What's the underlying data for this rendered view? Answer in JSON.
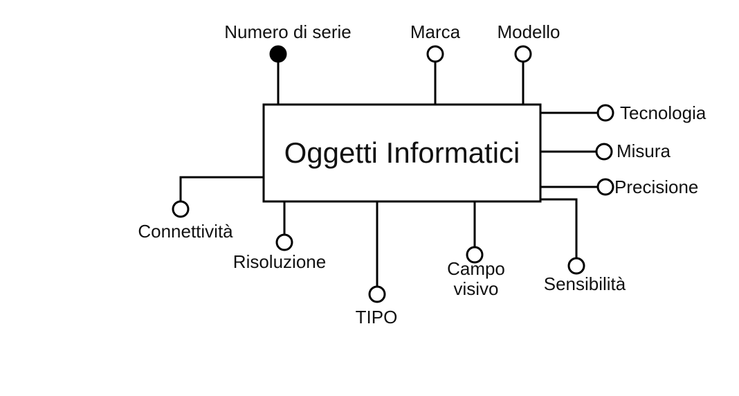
{
  "entity": {
    "name": "Oggetti Informatici"
  },
  "attributes": {
    "numero_di_serie": {
      "label": "Numero di serie",
      "identifier": true
    },
    "marca": {
      "label": "Marca"
    },
    "modello": {
      "label": "Modello"
    },
    "tecnologia": {
      "label": "Tecnologia"
    },
    "misura": {
      "label": "Misura"
    },
    "precisione": {
      "label": "Precisione"
    },
    "connettivita": {
      "label": "Connettività"
    },
    "risoluzione": {
      "label": "Risoluzione"
    },
    "tipo": {
      "label": "TIPO"
    },
    "campo_visivo": {
      "line1": "Campo",
      "line2": "visivo"
    },
    "sensibilita": {
      "label": "Sensibilità"
    }
  }
}
